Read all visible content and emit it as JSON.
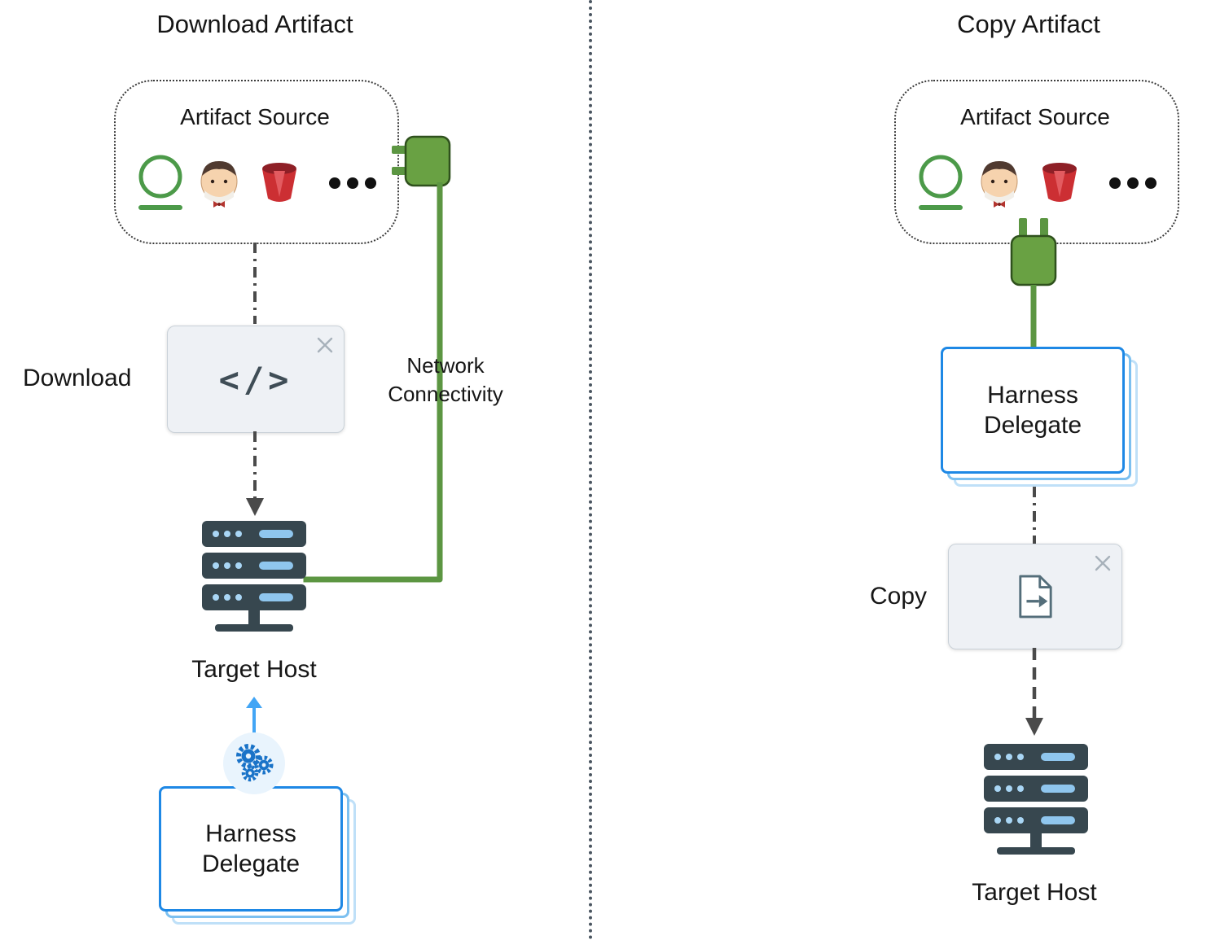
{
  "diagram": {
    "left": {
      "title": "Download Artifact",
      "artifact_source_label": "Artifact Source",
      "step_label": "Download",
      "network_label": "Network Connectivity",
      "target_host_label": "Target Host",
      "delegate_label": "Harness Delegate"
    },
    "right": {
      "title": "Copy Artifact",
      "artifact_source_label": "Artifact Source",
      "step_label": "Copy",
      "target_host_label": "Target Host",
      "delegate_label": "Harness Delegate"
    },
    "glyphs": {
      "code": "</>"
    },
    "icons": {
      "ci_ring": "green-ring-with-underline",
      "jenkins": "jenkins-butler-face",
      "s3": "aws-s3-red-bucket",
      "more": "ellipsis-three-dots",
      "plug": "green-power-plug",
      "close": "close-x",
      "code": "code-angle-brackets",
      "copy_file": "document-with-right-arrow",
      "server": "server-stack",
      "gears": "blue-gears-in-circle"
    },
    "colors": {
      "green": "#5c9642",
      "plug_green": "#69a143",
      "blue": "#1e88e5",
      "light_blue": "#42a5f5",
      "dark": "#37474f",
      "gray_line": "#4a4a4a",
      "step_bg": "#eef1f5",
      "s3_red": "#cc2f33"
    }
  }
}
